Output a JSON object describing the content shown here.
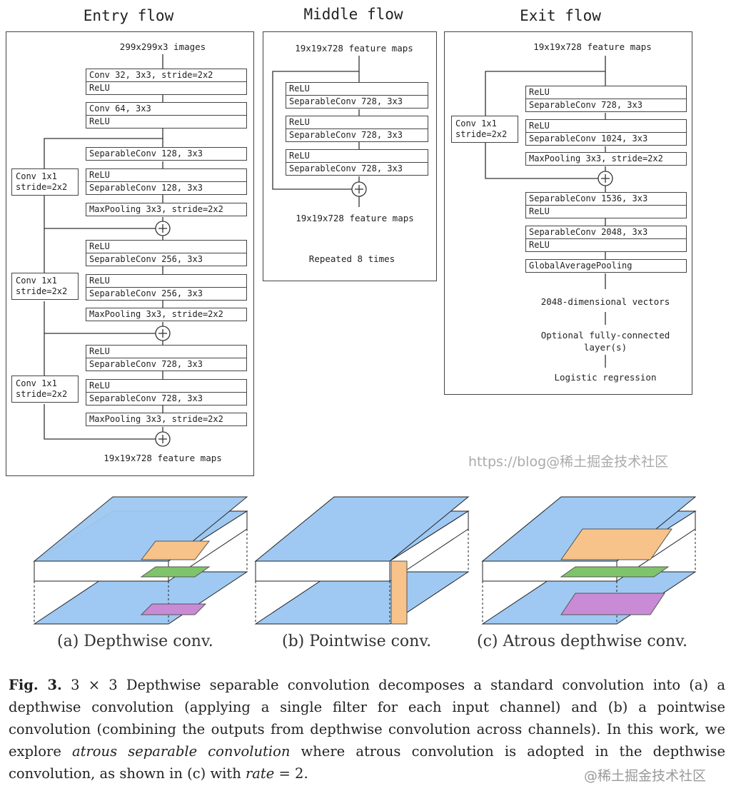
{
  "titles": {
    "entry": "Entry flow",
    "middle": "Middle flow",
    "exit": "Exit flow"
  },
  "entry": {
    "input": "299x299x3 images",
    "conv1": [
      "Conv 32, 3x3, stride=2x2",
      "ReLU"
    ],
    "conv2": [
      "Conv 64, 3x3",
      "ReLU"
    ],
    "block1": {
      "sep1": "SeparableConv 128, 3x3",
      "relu_sep": [
        "ReLU",
        "SeparableConv 128, 3x3"
      ],
      "pool": "MaxPooling 3x3, stride=2x2"
    },
    "block2": {
      "relu_sep1": [
        "ReLU",
        "SeparableConv 256, 3x3"
      ],
      "relu_sep2": [
        "ReLU",
        "SeparableConv 256, 3x3"
      ],
      "pool": "MaxPooling 3x3, stride=2x2"
    },
    "block3": {
      "relu_sep1": [
        "ReLU",
        "SeparableConv 728, 3x3"
      ],
      "relu_sep2": [
        "ReLU",
        "SeparableConv 728, 3x3"
      ],
      "pool": "MaxPooling 3x3, stride=2x2"
    },
    "skip": [
      "Conv 1x1",
      "stride=2x2"
    ],
    "output": "19x19x728 feature maps"
  },
  "middle": {
    "input": "19x19x728 feature maps",
    "units": [
      [
        "ReLU",
        "SeparableConv 728, 3x3"
      ],
      [
        "ReLU",
        "SeparableConv 728, 3x3"
      ],
      [
        "ReLU",
        "SeparableConv 728, 3x3"
      ]
    ],
    "output": "19x19x728 feature maps",
    "repeat": "Repeated 8 times"
  },
  "exit": {
    "input": "19x19x728 feature maps",
    "unit1": [
      "ReLU",
      "SeparableConv 728, 3x3"
    ],
    "unit2": [
      "ReLU",
      "SeparableConv 1024, 3x3"
    ],
    "pool": "MaxPooling 3x3, stride=2x2",
    "skip": [
      "Conv 1x1",
      "stride=2x2"
    ],
    "sep1536": [
      "SeparableConv 1536, 3x3",
      "ReLU"
    ],
    "sep2048": [
      "SeparableConv 2048, 3x3",
      "ReLU"
    ],
    "gap": "GlobalAveragePooling",
    "vectors": "2048-dimensional vectors",
    "fc": [
      "Optional fully-connected",
      "layer(s)"
    ],
    "logistic": "Logistic regression"
  },
  "watermark_top": "https://blog@稀土掘金技术社区",
  "watermark_bottom": "@稀土掘金技术社区",
  "subcaptions": {
    "a": "(a) Depthwise conv.",
    "b": "(b) Pointwise conv.",
    "c": "(c) Atrous depthwise conv."
  },
  "caption": {
    "label": "Fig. 3.",
    "part1": " 3 × 3 Depthwise separable convolution decomposes a standard convolution into (a) a depthwise convolution (applying a single filter for each input channel) and (b) a pointwise convolution (combining the outputs from depthwise convolution across channels). In this work, we explore ",
    "emph": "atrous separable convolution",
    "part2": " where atrous convolution is adopted in the depthwise convolution, as shown in (c) with ",
    "rate": "rate",
    "part3": " = 2."
  },
  "colors": {
    "layer_blue": "#9fc9f2",
    "depthwise_orange": "#f7c38a",
    "pointwise_green": "#7fc46a",
    "output_purple": "#c98bd6",
    "atrous_blue": "#6fa6e0"
  }
}
